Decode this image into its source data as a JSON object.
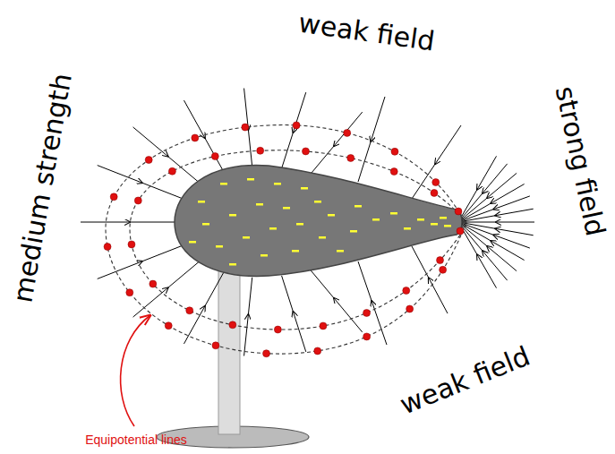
{
  "diagram": {
    "labels": [
      "weak field",
      "strong field",
      "weak field",
      "medium strength",
      "Equipotential lines"
    ]
  }
}
